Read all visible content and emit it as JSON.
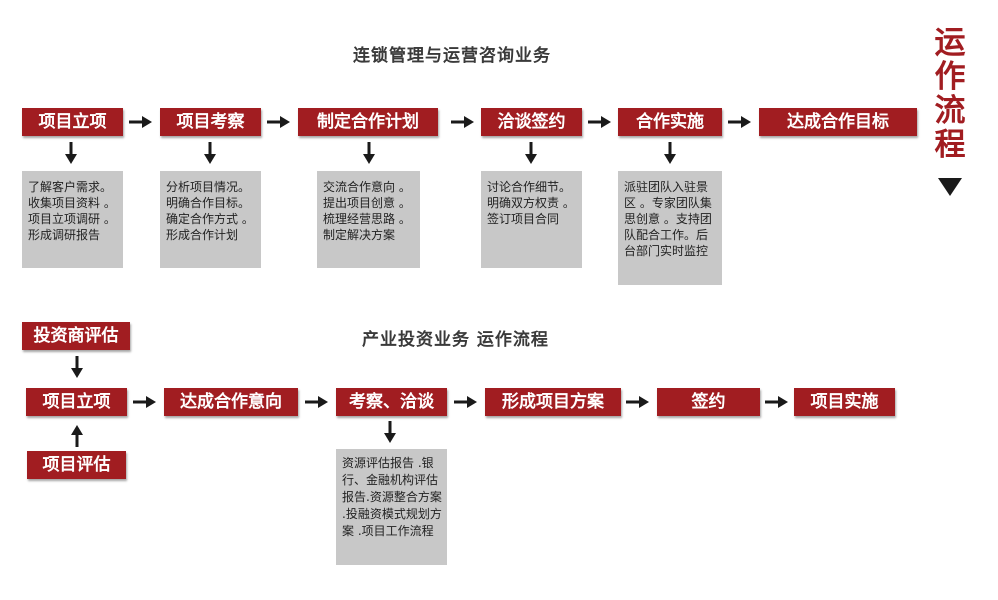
{
  "colors": {
    "box_fill": "#a11d21",
    "box_text": "#ffffff",
    "desc_fill": "#c8c8c8",
    "arrow": "#1a1a1a"
  },
  "side_title": {
    "chars": [
      "运",
      "作",
      "流",
      "程"
    ]
  },
  "section1": {
    "title": "连锁管理与运营咨询业务",
    "steps": [
      "项目立项",
      "项目考察",
      "制定合作计划",
      "洽谈签约",
      "合作实施",
      "达成合作目标"
    ],
    "details": [
      "了解客户需求。收集项目资料 。项目立项调研 。形成调研报告",
      "分析项目情况。明确合作目标。确定合作方式 。形成合作计划",
      "交流合作意向 。提出项目创意 。梳理经营思路 。制定解决方案",
      "讨论合作细节。明确双方权责 。签订项目合同",
      "派驻团队入驻景区 。专家团队集思创意 。支持团队配合工作。后台部门实时监控"
    ]
  },
  "section2": {
    "title": "产业投资业务 运作流程",
    "top_box": "投资商评估",
    "bottom_box": "项目评估",
    "steps": [
      "项目立项",
      "达成合作意向",
      "考察、洽谈",
      "形成项目方案",
      "签约",
      "项目实施"
    ],
    "detail": "资源评估报告 .银行、金融机构评估报告.资源整合方案 .投融资模式规划方案 .项目工作流程"
  }
}
